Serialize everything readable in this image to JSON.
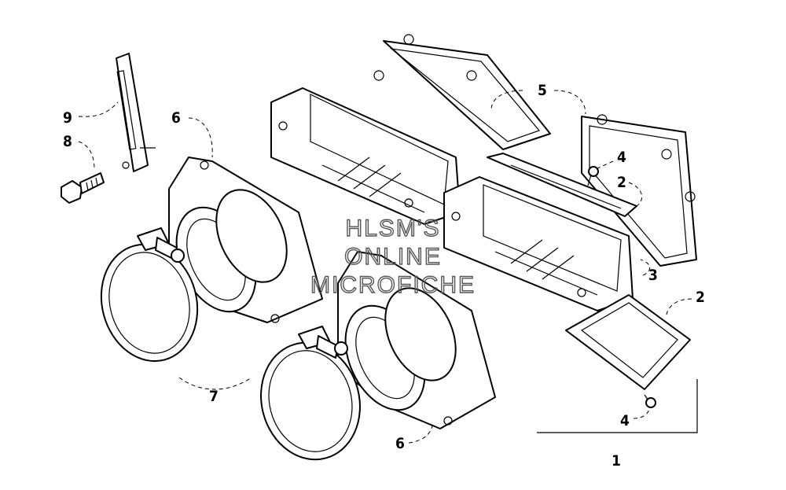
{
  "callouts": {
    "c1": "1",
    "c2a": "2",
    "c2b": "2",
    "c3": "3",
    "c4a": "4",
    "c4b": "4",
    "c5": "5",
    "c6a": "6",
    "c6b": "6",
    "c7": "7",
    "c8": "8",
    "c9": "9"
  },
  "watermark": {
    "line1": "HLSM'S",
    "line2": "ONLINE",
    "line3": "MICROFICHE"
  }
}
